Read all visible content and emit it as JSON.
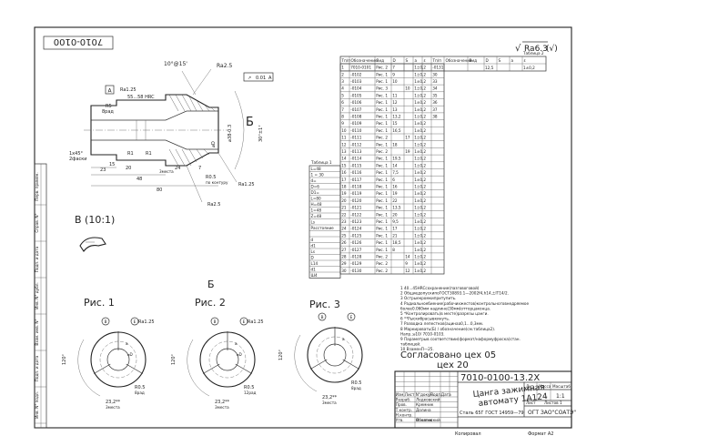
{
  "doc_number_rotated": "7010-0100",
  "roughness": {
    "symbol": "√",
    "value": "Ra6.3",
    "tail": "(√)"
  },
  "table2": {
    "label": "Таблица 2",
    "headers": [
      "Тп/п",
      "Обозначение",
      "Вид",
      "D",
      "S",
      "а",
      "ε",
      "Тп/п",
      "Обозначение",
      "Вид",
      "D",
      "S",
      "а",
      "ε"
    ],
    "row1_right": {
      "n": "",
      "code": "",
      "kind": "",
      "d": "12,5",
      "s": "",
      "a": "",
      "e": "1±0,2"
    }
  },
  "table1": {
    "label": "Таблица 1",
    "params": [
      "L=48",
      "1 = 30",
      "d=",
      "D=6",
      "D1=",
      "L=80",
      "H=48",
      "1=48",
      "Z=48",
      "Ls",
      "Расстояние",
      "",
      "d",
      "d1",
      "Ls",
      "D",
      "L14",
      "d1",
      "Ш4"
    ],
    "rows": [
      [
        "1",
        "7010-0101",
        "Рис. 2",
        "7",
        "",
        "1±0,2",
        "-0131"
      ],
      [
        "2",
        "-0102",
        "Рис. 1",
        "9",
        "",
        "1±0,2",
        "30"
      ],
      [
        "3",
        "-0103",
        "Рис. 1",
        "10",
        "",
        "1±0,2",
        "33"
      ],
      [
        "4",
        "-0104",
        "Рис. 3",
        "",
        "10",
        "1±0,2",
        "34"
      ],
      [
        "5",
        "-0105",
        "Рис. 1",
        "11",
        "",
        "1±0,2",
        "35"
      ],
      [
        "6",
        "-0106",
        "Рис. 1",
        "12",
        "",
        "1±0,2",
        "36"
      ],
      [
        "7",
        "-0107",
        "Рис. 1",
        "13",
        "",
        "1±0,2",
        "37"
      ],
      [
        "8",
        "-0108",
        "Рис. 1",
        "13,2",
        "",
        "1±0,2",
        "38"
      ],
      [
        "9",
        "-0109",
        "Рис. 1",
        "15",
        "",
        "1±0,2",
        ""
      ],
      [
        "10",
        "-0110",
        "Рис. 1",
        "16,5",
        "",
        "1±0,2",
        ""
      ],
      [
        "11",
        "-0111",
        "Рис. 2",
        "",
        "17",
        "1±0,2",
        ""
      ],
      [
        "12",
        "-0112",
        "Рис. 1",
        "18",
        "",
        "1±0,2",
        ""
      ],
      [
        "13",
        "-0113",
        "Рис. 2",
        "",
        "19",
        "1±0,2",
        ""
      ],
      [
        "14",
        "-0114",
        "Рис. 1",
        "19,5",
        "",
        "1±0,2",
        ""
      ],
      [
        "15",
        "-0115",
        "Рис. 1",
        "14",
        "",
        "1±0,2",
        ""
      ],
      [
        "16",
        "-0116",
        "Рис. 1",
        "7,5",
        "",
        "1±0,2",
        ""
      ],
      [
        "17",
        "-0117",
        "Рис. 1",
        "6",
        "",
        "1±0,2",
        ""
      ],
      [
        "18",
        "-0118",
        "Рис. 1",
        "16",
        "",
        "1±0,2",
        ""
      ],
      [
        "19",
        "-0119",
        "Рис. 1",
        "19",
        "",
        "1±0,2",
        ""
      ],
      [
        "20",
        "-0120",
        "Рис. 1",
        "22",
        "",
        "1±0,2",
        ""
      ],
      [
        "21",
        "-0121",
        "Рис. 1",
        "13,5",
        "",
        "1±0,2",
        ""
      ],
      [
        "22",
        "-0122",
        "Рис. 1",
        "20",
        "",
        "1±0,2",
        ""
      ],
      [
        "23",
        "-0123",
        "Рис. 1",
        "9,5",
        "",
        "1±0,2",
        ""
      ],
      [
        "24",
        "-0124",
        "Рис. 1",
        "17",
        "",
        "1±0,2",
        ""
      ],
      [
        "25",
        "-0125",
        "Рис. 1",
        "21",
        "",
        "1±0,2",
        ""
      ],
      [
        "26",
        "-0126",
        "Рис. 1",
        "18,5",
        "",
        "1±0,2",
        ""
      ],
      [
        "27",
        "-0127",
        "Рис. 1",
        "8",
        "",
        "1±0,2",
        ""
      ],
      [
        "28",
        "-0128",
        "Рис. 2",
        "",
        "14",
        "1±0,2",
        ""
      ],
      [
        "29",
        "-0129",
        "Рис. 2",
        "",
        "9",
        "1±0,2",
        ""
      ],
      [
        "30",
        "-0130",
        "Рис. 2",
        "",
        "12",
        "1±0,2",
        ""
      ]
    ]
  },
  "main_view": {
    "dims": {
      "angle_top": "10°@15'",
      "ra_top": "Ra2.5",
      "tolerance": "0.01",
      "tolerance_ref": "A",
      "hrc": "55...58 HRC",
      "r5": "R5",
      "r5_note": "8рад",
      "chamfer": "1x45°",
      "chamfer_note": "2фаски",
      "ra_left": "Ra1.25",
      "dim15": "15",
      "dim23": "23",
      "dim20": "20",
      "dim24": "24",
      "dim7": "7",
      "dim48": "48",
      "dim80": "80",
      "r1": "R1",
      "r1b": "R1",
      "mesto": "3места",
      "r05": "R0.5",
      "r05_note": "по контуру",
      "ra_right": "Ra1.25",
      "ra_bottom": "Ra2.5",
      "dia38": "⌀38-0.3",
      "dia_d": "⌀D",
      "angle30": "30°±1°",
      "section": "Б",
      "label_a": "A"
    },
    "detail_label": "В (10:1)"
  },
  "section_b_label": "Б",
  "figures": [
    {
      "title": "Рис. 1",
      "angle": "120°",
      "dim": "23,2**",
      "mesto": "3места",
      "r": "R0.5",
      "r_note": "8рад",
      "a": "а",
      "d": "⌀D",
      "ra": "Ra1.25",
      "marks": [
        "B",
        "E"
      ]
    },
    {
      "title": "Рис. 2",
      "angle": "120°",
      "dim": "23,2**",
      "mesto": "3места",
      "r": "R0.5",
      "r_note": "12рад",
      "a": "а",
      "d": "⌀D",
      "ra": "Ra1.25",
      "marks": [
        "B",
        "E"
      ]
    },
    {
      "title": "Рис. 3",
      "angle": "120°",
      "dim": "23,2**",
      "mesto": "3места",
      "r": "R0.5",
      "r_note": "8рад",
      "a": "а",
      "d": "",
      "ra": "",
      "marks": [
        "B",
        "E"
      ]
    }
  ],
  "notes": [
    "1 40...45HRCсохранение(пазговоговой)",
    "2 ОбщиедопускипоГОСТ30893.1—2002f4,h14,±IT14/2.",
    "3 Острыекромкипритупить.",
    "4 Радиальноебиение(рабочихжестов)контрольноговнедряемое",
    "более0.060мм надлине(30мм)отторцаконца.",
    "5 *Контролировать(в месте)разрезы цанги.",
    "6 **Рыскибрасывкинуть.",
    "7 Разводка лепестков(ацинаа0,1...0,3мм.",
    "8 Маркировать(Б) / обозначение(см.таблица2).",
    "Напр.;⌀10/ 7010-0103.",
    "9 Параметрыв соответствии(формат/наформуфроска)стан.",
    "таблицей.",
    "10 ВзаменП—25."
  ],
  "approval": {
    "line1": "Согласовано цех 05",
    "line2": "цех 20"
  },
  "title_block": {
    "doc_number": "7010-0100-13.2Х",
    "name_line1": "Цанга зажимная",
    "name_line2": "автомату 1А124",
    "material": "Сталь 65Г ГОСТ 14959—79",
    "lit_header": "Лит.",
    "mass_header": "Масса",
    "scale_header": "Масштаб",
    "scale": "1:1",
    "sheet": "Лист",
    "sheets": "Листов 1",
    "org": "ОГТ ЗАО\"СОАТЭ\"",
    "copy": "Копировал",
    "format": "Формат А2",
    "roles": [
      "Изм.",
      "Лист",
      "N°докум.",
      "Подп.",
      "Дата",
      "Разраб.",
      "Пров.",
      "Т.контр.",
      "Н.контр.",
      "Утв."
    ],
    "names": [
      "Ледковский",
      "Кремник",
      "Долина",
      "",
      "Игнатов",
      "Оболенский"
    ]
  },
  "margin_labels": [
    "Перв. примен.",
    "Справ. N°",
    "Подп. и дата",
    "Инв. N° дубл.",
    "Взам. инв. N°",
    "Подп. и дата",
    "Инв. N° подл."
  ]
}
